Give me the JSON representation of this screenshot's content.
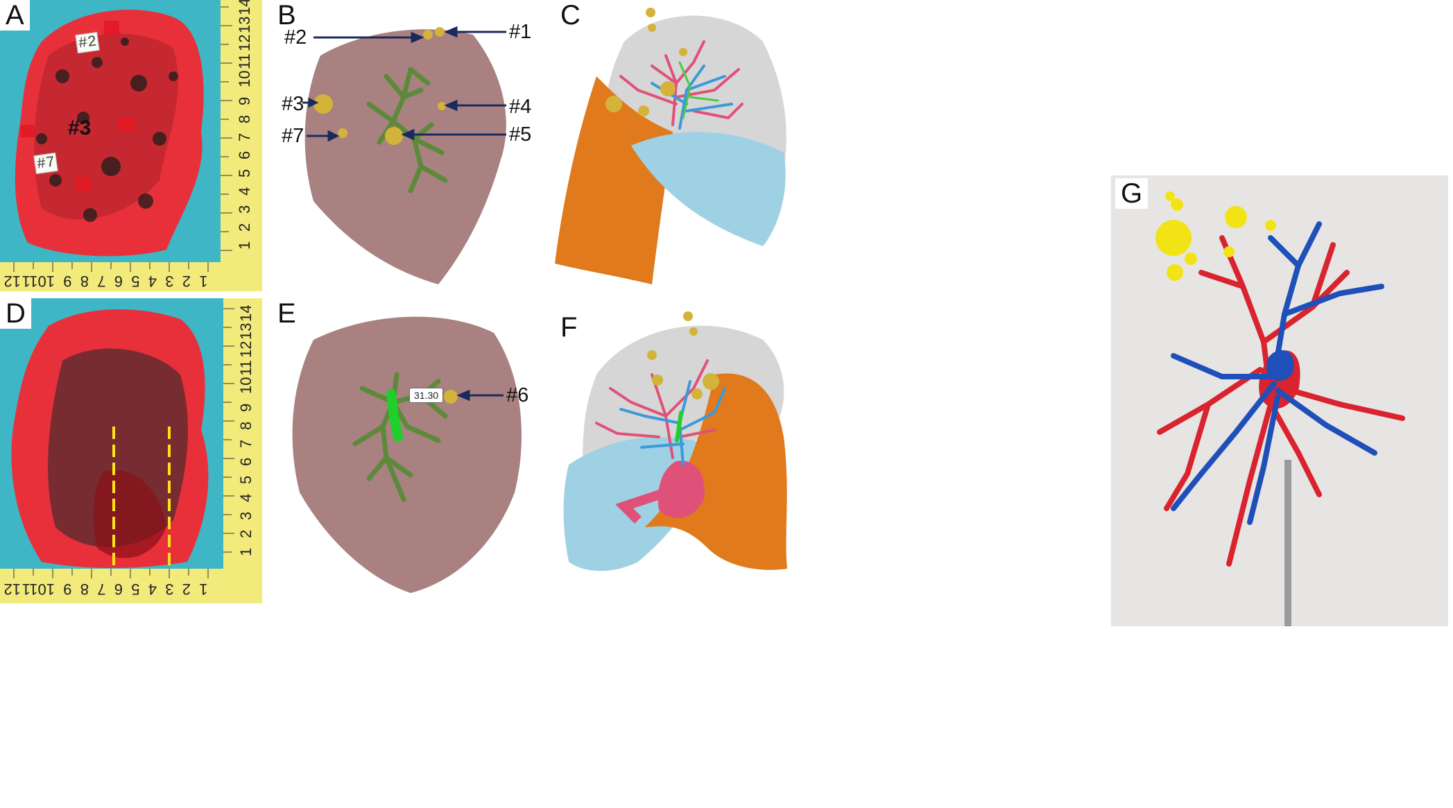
{
  "panels": {
    "a": {
      "label": "A",
      "marker": "#3",
      "tags": [
        "#2",
        "#7"
      ]
    },
    "b": {
      "label": "B",
      "annotations": [
        "#1",
        "#2",
        "#3",
        "#4",
        "#5",
        "#7"
      ]
    },
    "c": {
      "label": "C"
    },
    "d": {
      "label": "D"
    },
    "e": {
      "label": "E",
      "annotations": [
        "#6"
      ],
      "dimension": "31.30"
    },
    "f": {
      "label": "F"
    },
    "g": {
      "label": "G"
    }
  },
  "ruler": {
    "vertical_ticks": [
      "1",
      "2",
      "3",
      "4",
      "5",
      "6",
      "7",
      "8",
      "9",
      "10",
      "11",
      "12",
      "13",
      "14"
    ],
    "horizontal_ticks": [
      "12",
      "11",
      "10",
      "9",
      "8",
      "7",
      "6",
      "5",
      "4",
      "3",
      "2",
      "1"
    ]
  },
  "colors": {
    "photo_bg": "#3fb6c6",
    "ruler": "#f3ea7c",
    "lung_model": "#9a6b6b",
    "airway": "#5d8a3a",
    "nodule": "#d4b33a",
    "artery": "#e0517a",
    "vein": "#3a9ad9",
    "lobe_orange": "#e07a1c",
    "lobe_blue": "#9fd1e4",
    "printed_red": "#d9232e",
    "printed_blue": "#1f4fb8",
    "printed_yellow": "#f2e317"
  }
}
